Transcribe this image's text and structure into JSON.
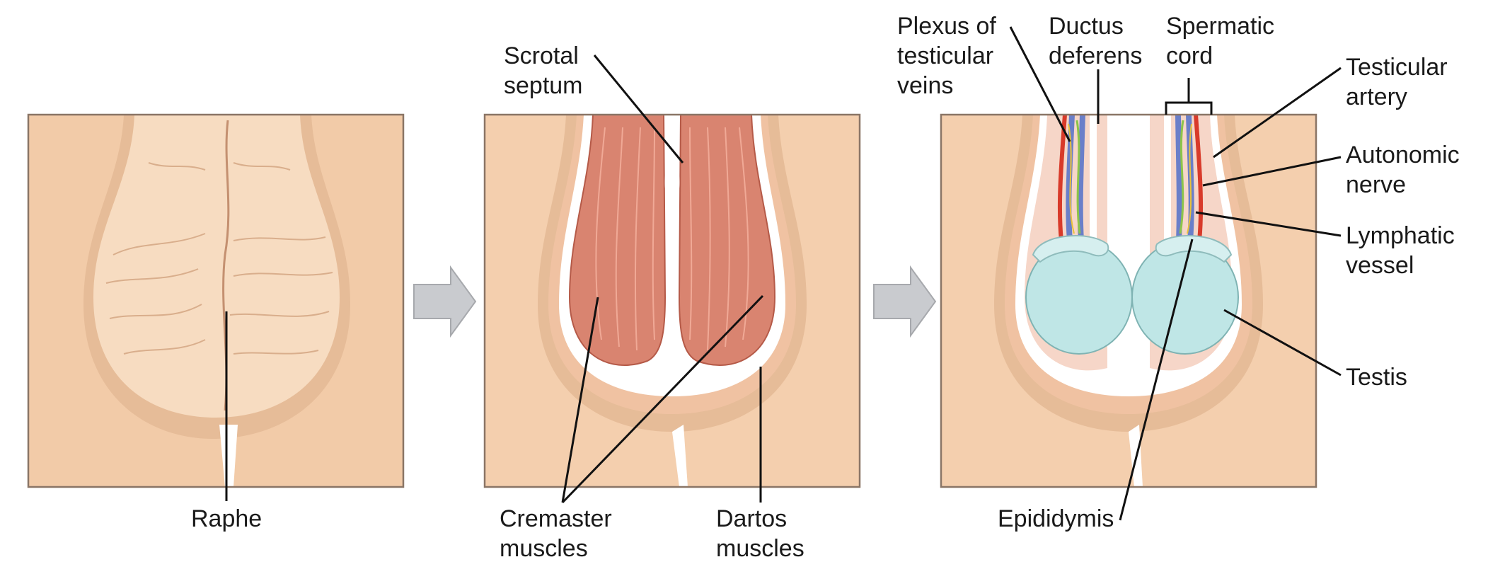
{
  "labels": {
    "raphe": "Raphe",
    "scrotal_septum": "Scrotal\nseptum",
    "cremaster_muscles": "Cremaster\nmuscles",
    "dartos_muscles": "Dartos\nmuscles",
    "plexus_testicular_veins": "Plexus of\ntesticular\nveins",
    "ductus_deferens": "Ductus\ndeferens",
    "spermatic_cord": "Spermatic\ncord",
    "testicular_artery": "Testicular\nartery",
    "autonomic_nerve": "Autonomic\nnerve",
    "lymphatic_vessel": "Lymphatic\nvessel",
    "testis": "Testis",
    "epididymis": "Epididymis"
  },
  "colors": {
    "background": "#ffffff",
    "skin": "#f4cfae",
    "skin_shadow": "#e2b48f",
    "muscle": "#d98470",
    "muscle_dark": "#b55a48",
    "septum": "#ffffff",
    "testis": "#bfe6e6",
    "vein": "#6a7fc9",
    "artery": "#d83a2a",
    "nerve": "#e8c23a",
    "lymph": "#8cc44a",
    "arrow": "#c9cbcf"
  }
}
